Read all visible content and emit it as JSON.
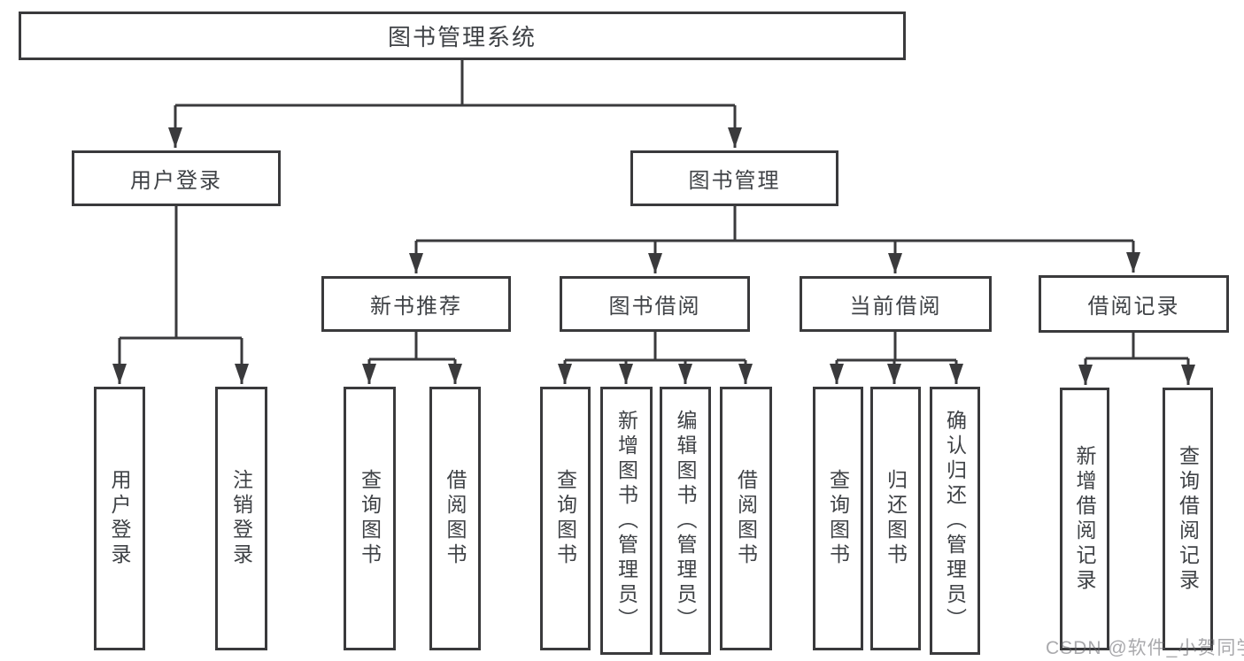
{
  "nodes": {
    "root": "图书管理系统",
    "login": "用户登录",
    "mgmt": "图书管理",
    "login_sub": [
      "用户登录",
      "注销登录"
    ],
    "mgmt_sub": [
      "新书推荐",
      "图书借阅",
      "当前借阅",
      "借阅记录"
    ],
    "newbook_sub": [
      "查询图书",
      "借阅图书"
    ],
    "borrow_sub": [
      "查询图书",
      "新增图书（管理员）",
      "编辑图书（管理员）",
      "借阅图书"
    ],
    "current_sub": [
      "查询图书",
      "归还图书",
      "确认归还（管理员）"
    ],
    "record_sub": [
      "新增借阅记录",
      "查询借阅记录"
    ]
  },
  "watermark": "CSDN @软件_小贺同学",
  "colors": {
    "line": "#3a3a3c",
    "text": "#3f4246",
    "box_background": "#ffffff",
    "watermark": "#a8a8ac",
    "background": "#ffffff"
  }
}
